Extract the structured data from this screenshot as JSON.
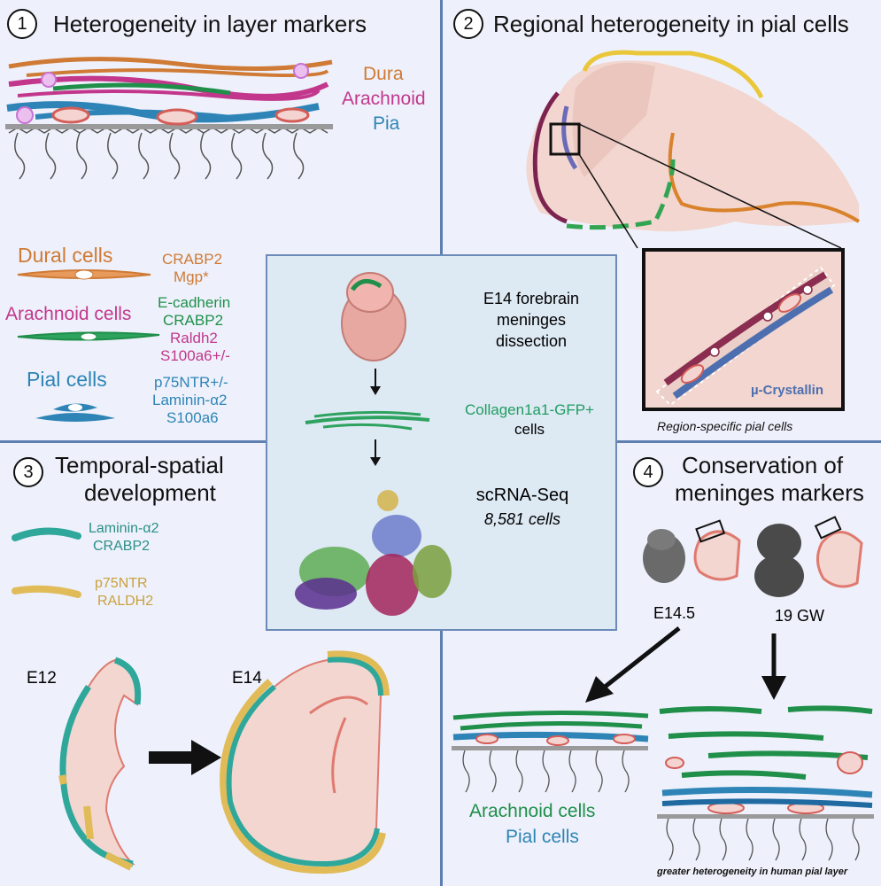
{
  "colors": {
    "dura": "#cf7a35",
    "arachnoid": "#c2378c",
    "pia": "#2e84b6",
    "green": "#1f8f4a",
    "teal_line": "#2fa79b",
    "gold_line": "#e0bb58",
    "panel_bg": "#eef1fb",
    "center_bg": "#dde9f3",
    "divider": "#5f7fb2"
  },
  "panel1": {
    "number": "1",
    "title": "Heterogeneity in layer markers",
    "layers": {
      "dura": "Dura",
      "arachnoid": "Arachnoid",
      "pia": "Pia"
    },
    "dural_cells": {
      "label": "Dural cells",
      "markers": [
        "CRABP2",
        "Mgp*"
      ]
    },
    "arachnoid_cells": {
      "label": "Arachnoid cells",
      "markers": [
        "E-cadherin",
        "CRABP2",
        "Raldh2",
        "S100a6+/-"
      ]
    },
    "pial_cells": {
      "label": "Pial cells",
      "markers": [
        "p75NTR+/-",
        "Laminin-α2",
        "S100a6"
      ]
    }
  },
  "panel2": {
    "number": "2",
    "title": "Regional heterogeneity in pial cells",
    "inset_label": "µ-Crystallin",
    "caption": "Region-specific pial cells"
  },
  "center": {
    "step1": [
      "E14 forebrain",
      "meninges",
      "dissection"
    ],
    "step2_colored": "Collagen1a1-GFP+",
    "step2_plain": "cells",
    "step3_title": "scRNA-Seq",
    "step3_count": "8,581 cells"
  },
  "panel3": {
    "number": "3",
    "title_line1": "Temporal-spatial",
    "title_line2": "development",
    "legend": [
      {
        "markers": [
          "Laminin-α2",
          "CRABP2"
        ],
        "color": "#2fa79b"
      },
      {
        "markers": [
          "p75NTR",
          "RALDH2"
        ],
        "color": "#e0bb58"
      }
    ],
    "stage1": "E12",
    "stage2": "E14"
  },
  "panel4": {
    "number": "4",
    "title_line1": "Conservation of",
    "title_line2": "meninges markers",
    "mouse_stage": "E14.5",
    "human_stage": "19 GW",
    "cell_labels": [
      "Arachnoid cells",
      "Pial cells"
    ],
    "caption": "greater heterogeneity in human pial layer"
  }
}
